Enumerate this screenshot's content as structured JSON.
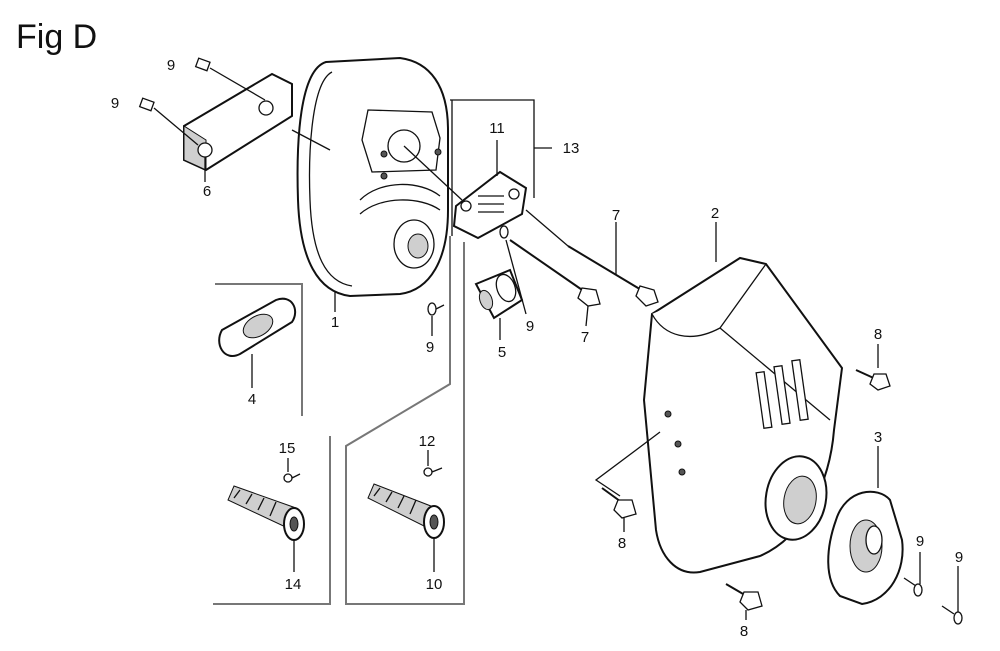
{
  "figure": {
    "title": "Fig D"
  },
  "callouts": {
    "c1": "1",
    "c2": "2",
    "c3": "3",
    "c4": "4",
    "c5": "5",
    "c6": "6",
    "c7a": "7",
    "c7b": "7",
    "c8a": "8",
    "c8b": "8",
    "c8c": "8",
    "c9a": "9",
    "c9b": "9",
    "c9c": "9",
    "c9d": "9",
    "c9e": "9",
    "c9f": "9",
    "c10": "10",
    "c11": "11",
    "c12": "12",
    "c13": "13",
    "c14": "14",
    "c15": "15"
  }
}
